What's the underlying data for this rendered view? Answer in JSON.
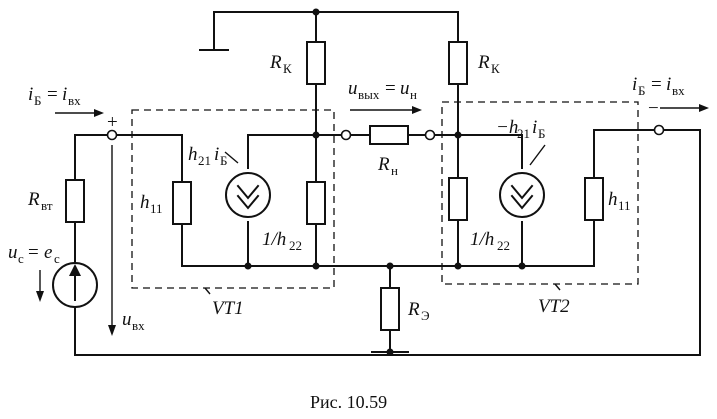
{
  "caption": "Рис. 10.59",
  "labels": {
    "rk1": "R",
    "rk1_sub": "К",
    "rk2": "R",
    "rk2_sub": "К",
    "rn": "R",
    "rn_sub": "н",
    "re": "R",
    "re_sub": "Э",
    "rvt": "R",
    "rvt_sub": "вт",
    "h11_left": "h",
    "h11_left_sub": "11",
    "h11_right": "h",
    "h11_right_sub": "11",
    "h22_left": "1/h",
    "h22_left_sub": "22",
    "h22_right": "1/h",
    "h22_right_sub": "22",
    "src_left_a": "h",
    "src_left_a_sub": "21",
    "src_left_b": "i",
    "src_left_b_sub": "Б",
    "src_right_a": "−h",
    "src_right_a_sub": "21",
    "src_right_b": "i",
    "src_right_b_sub": "Б",
    "iin_left_a": "i",
    "iin_left_a_sub": "Б",
    "iin_left_eq": "=",
    "iin_left_b": "i",
    "iin_left_b_sub": "вх",
    "iin_right_a": "i",
    "iin_right_a_sub": "Б",
    "iin_right_eq": "=",
    "iin_right_b": "i",
    "iin_right_b_sub": "вх",
    "uout_a": "u",
    "uout_a_sub": "вых",
    "uout_eq": "=",
    "uout_b": "u",
    "uout_b_sub": "н",
    "uc_a": "u",
    "uc_a_sub": "c",
    "uc_eq": "=",
    "uc_b": "e",
    "uc_b_sub": "c",
    "uin": "u",
    "uin_sub": "вх",
    "plus": "+",
    "minus": "−",
    "vt1": "VT1",
    "vt2": "VT2"
  }
}
